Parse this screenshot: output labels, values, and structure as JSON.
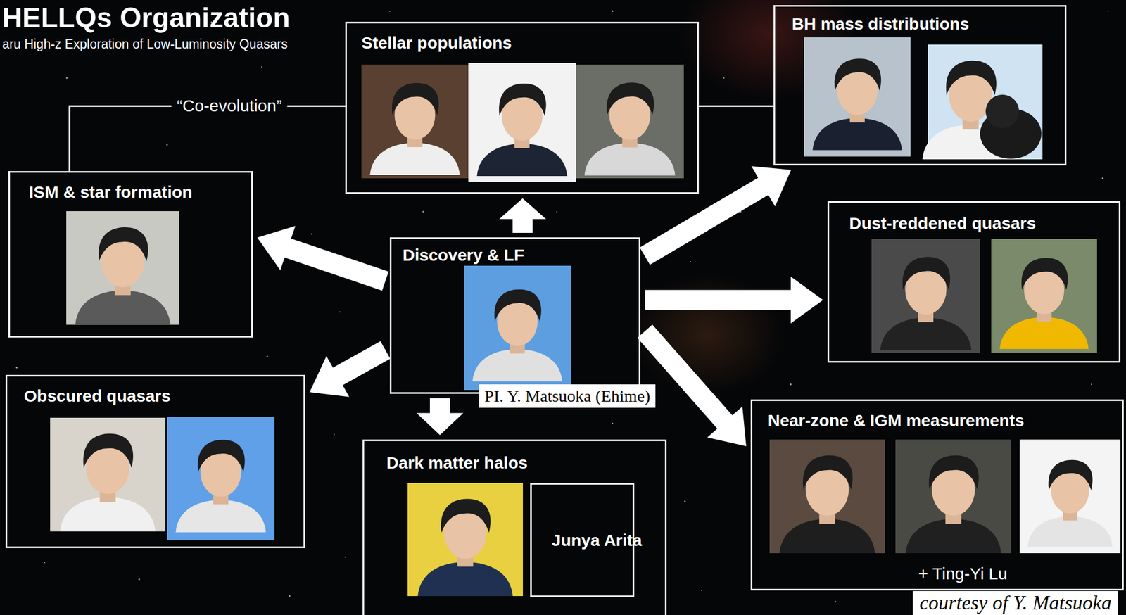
{
  "diagram": {
    "title": "HELLQs Organization",
    "caption": "courtesy of Y. Matsuoka",
    "nodes": [
      {
        "text": [
          "Stellar populations"
        ]
      },
      {
        "text": [
          "BH mass distributions"
        ]
      },
      {
        "text": [
          "ISM & star formation"
        ]
      },
      {
        "text": [
          "Discovery & LF"
        ]
      },
      {
        "text": [
          "PI. Y. Matsuoka (Ehime)"
        ]
      },
      {
        "text": [
          "Dust-reddened quasars"
        ]
      },
      {
        "text": [
          "Obscured quasars"
        ]
      },
      {
        "text": [
          "Dark matter halos"
        ]
      },
      {
        "text": [
          "Junya Arita"
        ],
        "in": 7
      },
      {
        "text": [
          "Near-zone & IGM measurements",
          "+ Ting-Yi Lu"
        ]
      }
    ],
    "edges": [
      {
        "from": 3,
        "to": 0,
        "arrow": "to"
      },
      {
        "from": 3,
        "to": 2,
        "arrow": "to"
      },
      {
        "from": 3,
        "to": 6,
        "arrow": "to"
      },
      {
        "from": 3,
        "to": 7,
        "arrow": "to"
      },
      {
        "from": 3,
        "to": 9,
        "arrow": "to"
      },
      {
        "from": 3,
        "to": 5,
        "arrow": "to"
      },
      {
        "from": 3,
        "to": 1,
        "arrow": "to"
      },
      {
        "from": 2,
        "to": 0,
        "label": "“Co-evolution”",
        "arrow": "none"
      },
      {
        "from": 0,
        "to": 1,
        "arrow": "none"
      }
    ],
    "labels": [
      "aru High-z Exploration of Low-Luminosity Quasars"
    ]
  }
}
